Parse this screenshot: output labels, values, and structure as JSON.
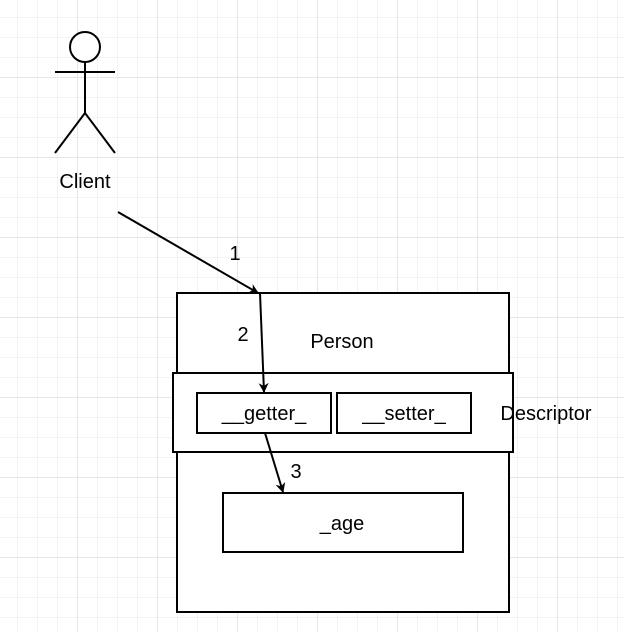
{
  "actor": {
    "label": "Client",
    "icon": "stick-figure-actor"
  },
  "boxes": {
    "person": {
      "label": "Person"
    },
    "descriptor": {
      "label": "Descriptor"
    },
    "getter": {
      "label": "__getter_"
    },
    "setter": {
      "label": "__setter_"
    },
    "age": {
      "label": "_age"
    }
  },
  "arrows": {
    "step1": {
      "label": "1"
    },
    "step2": {
      "label": "2"
    },
    "step3": {
      "label": "3"
    }
  },
  "colors": {
    "stroke": "#000000",
    "background": "#ffffff",
    "grid": "#e6e6e6"
  }
}
